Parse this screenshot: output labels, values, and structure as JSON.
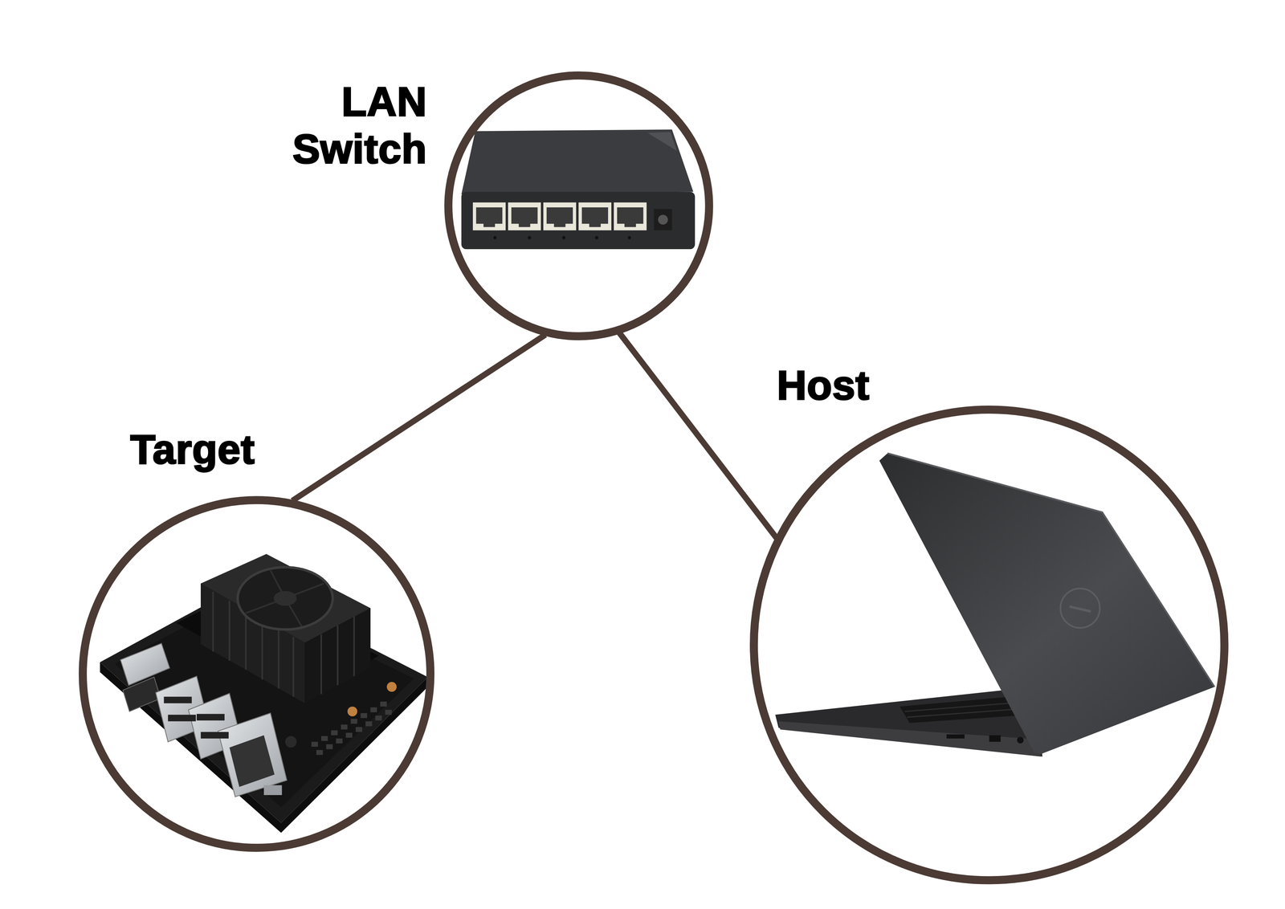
{
  "diagram": {
    "nodes": [
      {
        "text": [
          "LAN Switch"
        ]
      },
      {
        "text": [
          "Host"
        ]
      },
      {
        "text": [
          "Target"
        ]
      }
    ],
    "edges": [
      {
        "from": 0,
        "to": 2,
        "arrow": "none"
      },
      {
        "from": 0,
        "to": 1,
        "arrow": "none"
      }
    ]
  }
}
